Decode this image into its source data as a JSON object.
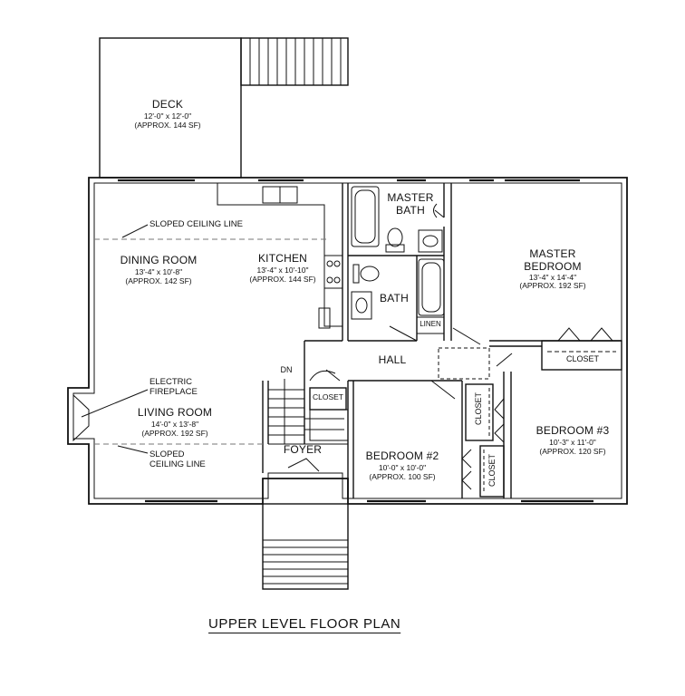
{
  "title": "UPPER LEVEL FLOOR PLAN",
  "rooms": {
    "deck": {
      "name": "DECK",
      "dims": "12'-0\" x 12'-0\"",
      "area": "(APPROX. 144 SF)"
    },
    "dining": {
      "name": "DINING ROOM",
      "dims": "13'-4\" x 10'-8\"",
      "area": "(APPROX. 142 SF)"
    },
    "kitchen": {
      "name": "KITCHEN",
      "dims": "13'-4\" x 10'-10\"",
      "area": "(APPROX. 144 SF)"
    },
    "master_bath": {
      "name_line1": "MASTER",
      "name_line2": "BATH"
    },
    "bath": {
      "name": "BATH"
    },
    "master_bedroom": {
      "name_line1": "MASTER",
      "name_line2": "BEDROOM",
      "dims": "13'-4\" x 14'-4\"",
      "area": "(APPROX. 192 SF)"
    },
    "living": {
      "name": "LIVING ROOM",
      "dims": "14'-0\" x 13'-8\"",
      "area": "(APPROX. 192 SF)"
    },
    "bedroom2": {
      "name": "BEDROOM #2",
      "dims": "10'-0\" x 10'-0\"",
      "area": "(APPROX. 100 SF)"
    },
    "bedroom3": {
      "name": "BEDROOM #3",
      "dims": "10'-3\" x 11'-0\"",
      "area": "(APPROX. 120 SF)"
    },
    "hall": {
      "name": "HALL"
    },
    "foyer": {
      "name": "FOYER"
    }
  },
  "small_labels": {
    "linen": "LINEN",
    "closet_master": "CLOSET",
    "closet_foyer": "CLOSET",
    "closet_b3": "CLOSET",
    "closet_b2": "CLOSET",
    "dn": "DN"
  },
  "notes": {
    "sloped_top": "SLOPED CEILING LINE",
    "electric_line1": "ELECTRIC",
    "electric_line2": "FIREPLACE",
    "sloped_bottom_line1": "SLOPED",
    "sloped_bottom_line2": "CEILING LINE"
  }
}
